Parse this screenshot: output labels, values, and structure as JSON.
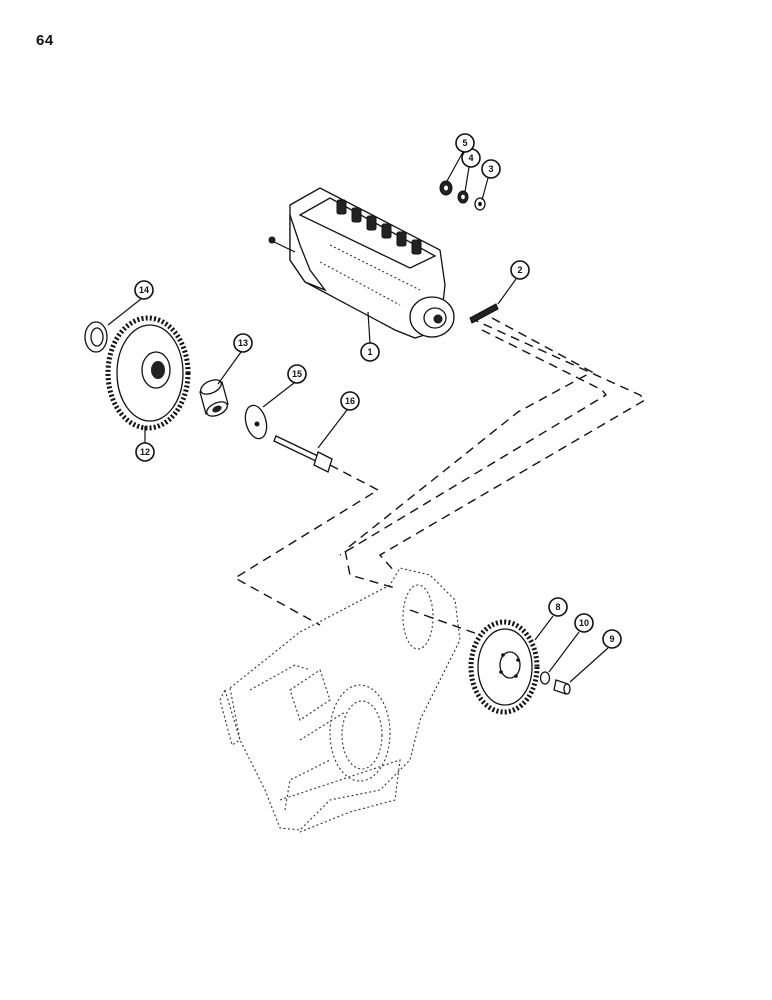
{
  "page": {
    "number": "64"
  },
  "callouts": [
    {
      "id": "callout-1",
      "label": "1"
    },
    {
      "id": "callout-2",
      "label": "2"
    },
    {
      "id": "callout-3",
      "label": "3"
    },
    {
      "id": "callout-4",
      "label": "4"
    },
    {
      "id": "callout-5",
      "label": "5"
    },
    {
      "id": "callout-8",
      "label": "8"
    },
    {
      "id": "callout-9",
      "label": "9"
    },
    {
      "id": "callout-10",
      "label": "10"
    },
    {
      "id": "callout-12",
      "label": "12"
    },
    {
      "id": "callout-13",
      "label": "13"
    },
    {
      "id": "callout-14",
      "label": "14"
    },
    {
      "id": "callout-15",
      "label": "15"
    },
    {
      "id": "callout-16",
      "label": "16"
    }
  ]
}
